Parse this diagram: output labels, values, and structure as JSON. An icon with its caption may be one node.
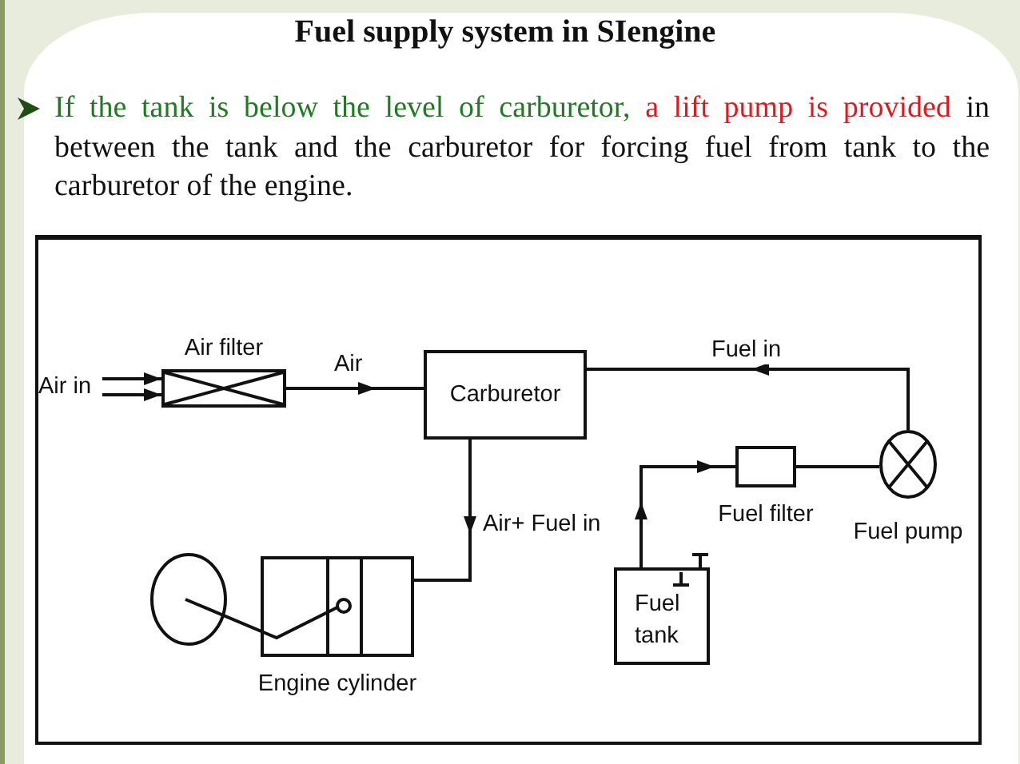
{
  "diagram": {
    "title": "Fuel supply system in SIengine",
    "nodes": [
      {
        "text": [
          "Air in"
        ]
      },
      {
        "text": [
          "Air filter"
        ]
      },
      {
        "text": [
          "Carburetor"
        ]
      },
      {
        "text": [
          "Fuel pump"
        ]
      },
      {
        "text": [
          "Fuel filter"
        ]
      },
      {
        "text": [
          "Fuel tank"
        ]
      },
      {
        "text": [
          "Engine cylinder"
        ]
      }
    ],
    "edges": [
      {
        "from": 0,
        "to": 1,
        "arrow": "to"
      },
      {
        "from": 0,
        "to": 1,
        "arrow": "to"
      },
      {
        "from": 1,
        "to": 2,
        "arrow": "to",
        "label": "Air"
      },
      {
        "from": 3,
        "to": 2,
        "arrow": "to",
        "label": "Fuel in"
      },
      {
        "from": 4,
        "to": 3,
        "arrow": "none"
      },
      {
        "from": 5,
        "to": 4,
        "arrow": "to"
      },
      {
        "from": 2,
        "to": 6,
        "arrow": "to",
        "label": "Air+ Fuel in"
      }
    ],
    "labels": [
      "If the tank is below the level of carburetor,",
      "a lift pump is provided",
      "in between the tank and the carburetor for forcing fuel from tank to the carburetor of the engine."
    ]
  }
}
